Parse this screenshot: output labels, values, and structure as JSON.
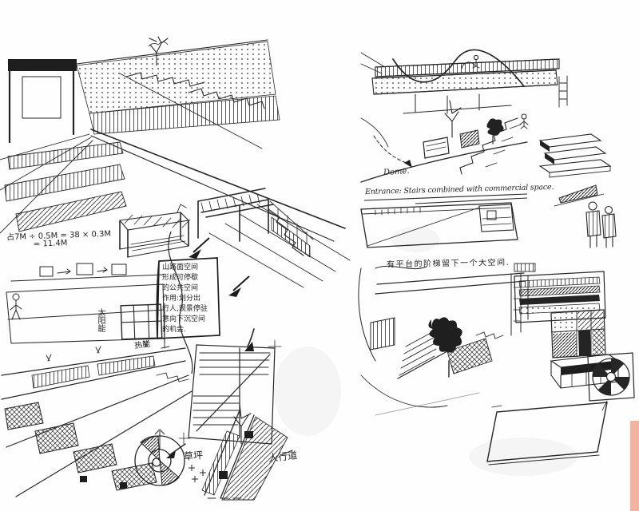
{
  "document": {
    "kind": "scanned architectural sketchbook spread",
    "colors": {
      "paper": "#fefefe",
      "ink": "#262626",
      "accent_pink": "#f2b4a0"
    }
  },
  "left_page": {
    "formula": {
      "line1": "占7M ÷ 0.5M = 38 × 0.3M",
      "line2": "= 11.4M"
    },
    "note_box": {
      "lines": [
        "山路面空间",
        "形成可停歇",
        "的公共空间",
        "作用:划分出",
        "行人,观景停驻",
        "意向下沉空间",
        "的机会."
      ]
    },
    "labels": {
      "solar": "太阳能",
      "heat": "热能",
      "lawn": "草坪",
      "sidewalk": "人行道"
    }
  },
  "right_page": {
    "labels": {
      "dome": "Dome."
    },
    "captions": {
      "entrance": "Entrance: Stairs combined with commercial space.",
      "big_space": "有平台的阶梯留下一个大空间."
    }
  }
}
